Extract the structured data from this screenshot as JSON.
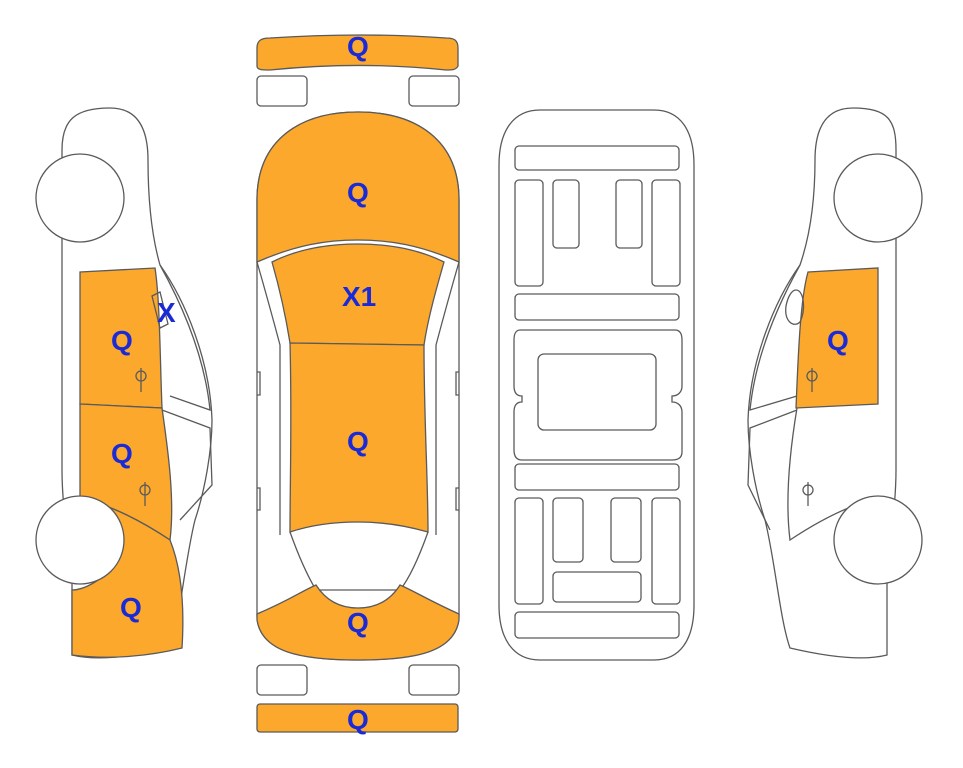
{
  "colors": {
    "damage_fill": "#fba82d",
    "outline": "#5a5a5a",
    "marker_text": "#1a2ad6",
    "background": "#ffffff"
  },
  "marks": {
    "front_bumper": "Q",
    "hood": "Q",
    "windshield": "X1",
    "roof": "Q",
    "trunk": "Q",
    "rear_bumper": "Q",
    "left_front_door": "Q",
    "left_mirror": "X",
    "left_rear_door": "Q",
    "left_rear_quarter": "Q",
    "right_front_door": "Q"
  }
}
